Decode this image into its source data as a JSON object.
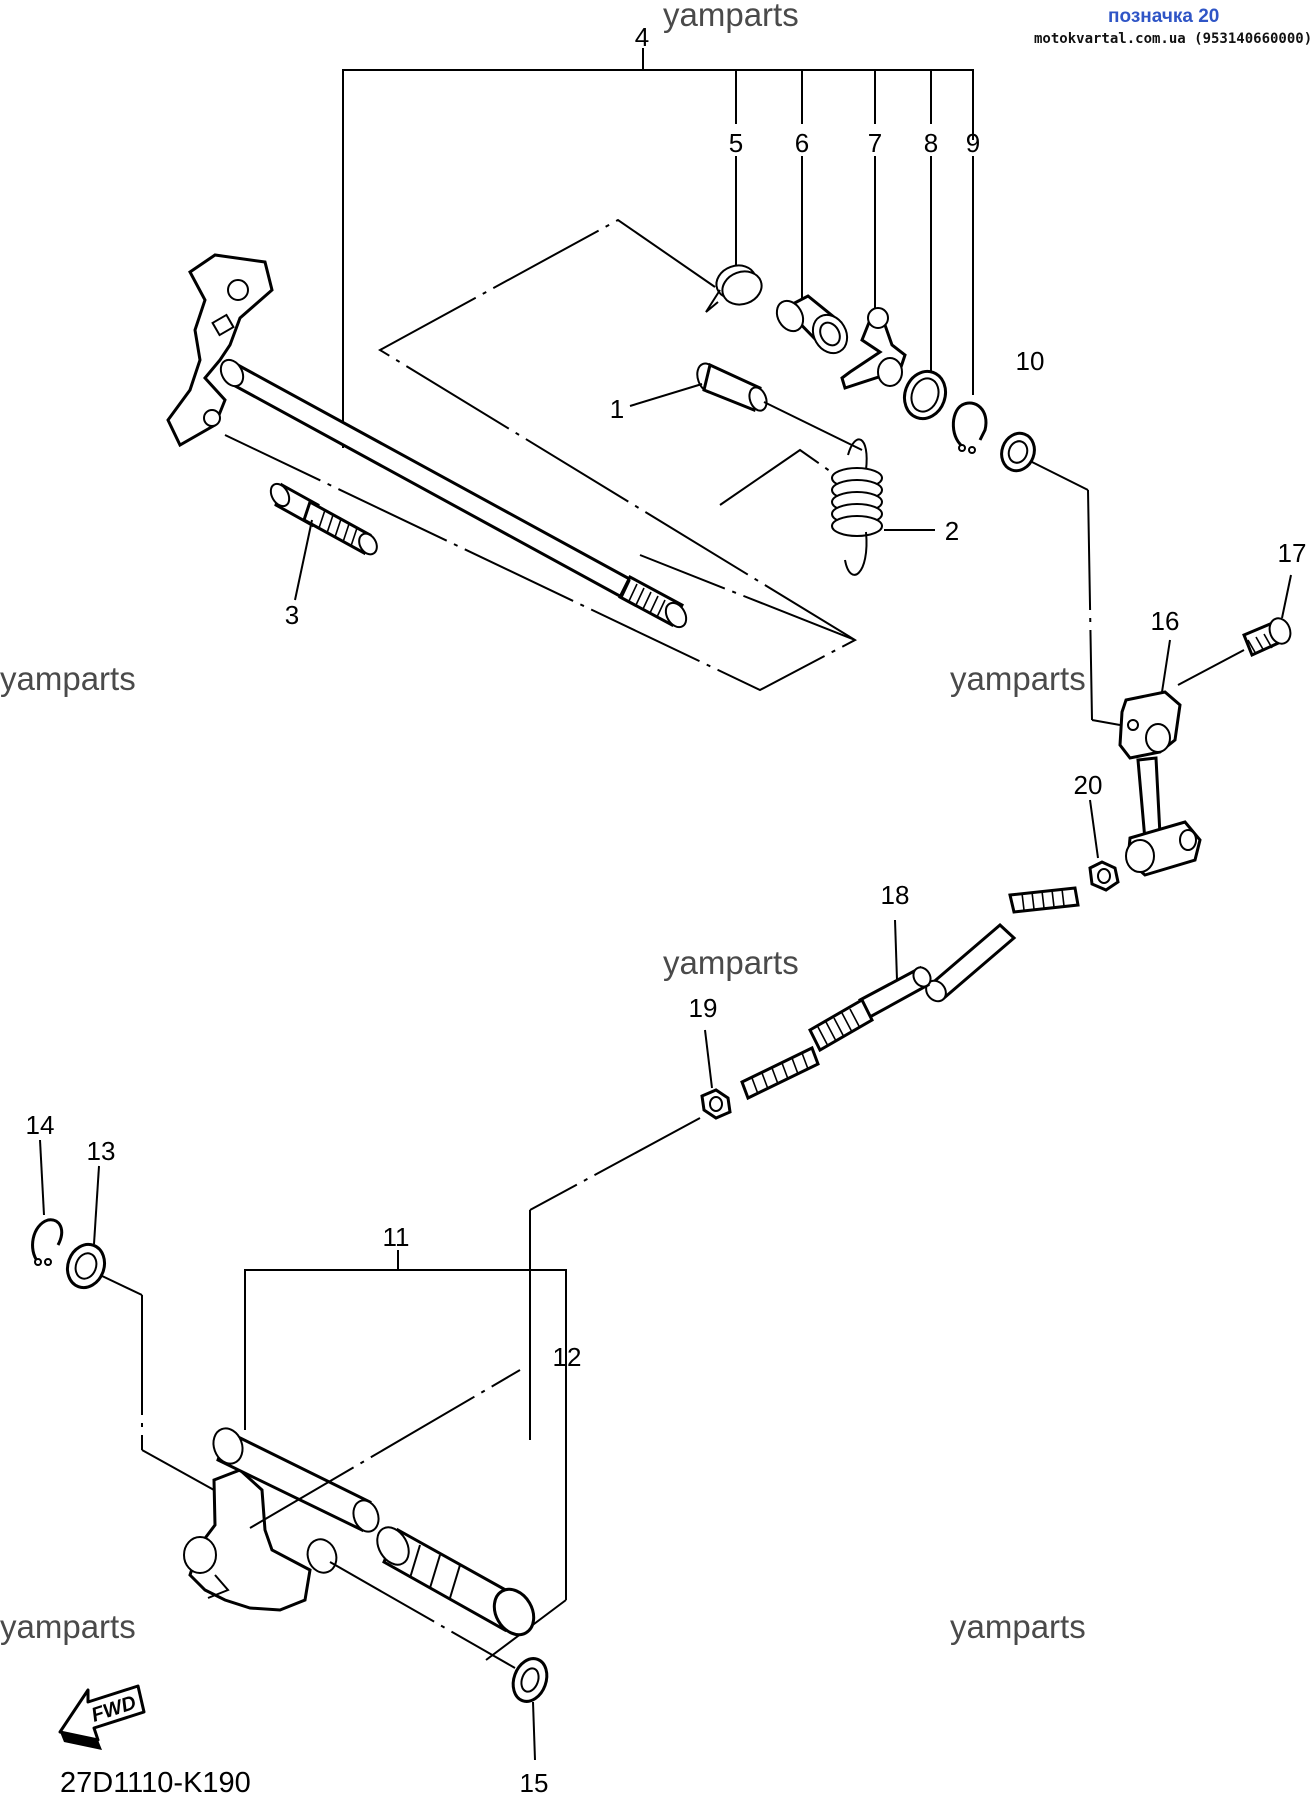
{
  "header": {
    "label": "позначка 20",
    "site": "motokvartal.com.ua (953140660000)"
  },
  "watermark": "yamparts",
  "diagram_code": "27D1110-K190",
  "fwd_label": "FWD",
  "callouts": [
    "1",
    "2",
    "3",
    "4",
    "5",
    "6",
    "7",
    "8",
    "9",
    "10",
    "11",
    "12",
    "13",
    "14",
    "15",
    "16",
    "17",
    "18",
    "19",
    "20"
  ]
}
